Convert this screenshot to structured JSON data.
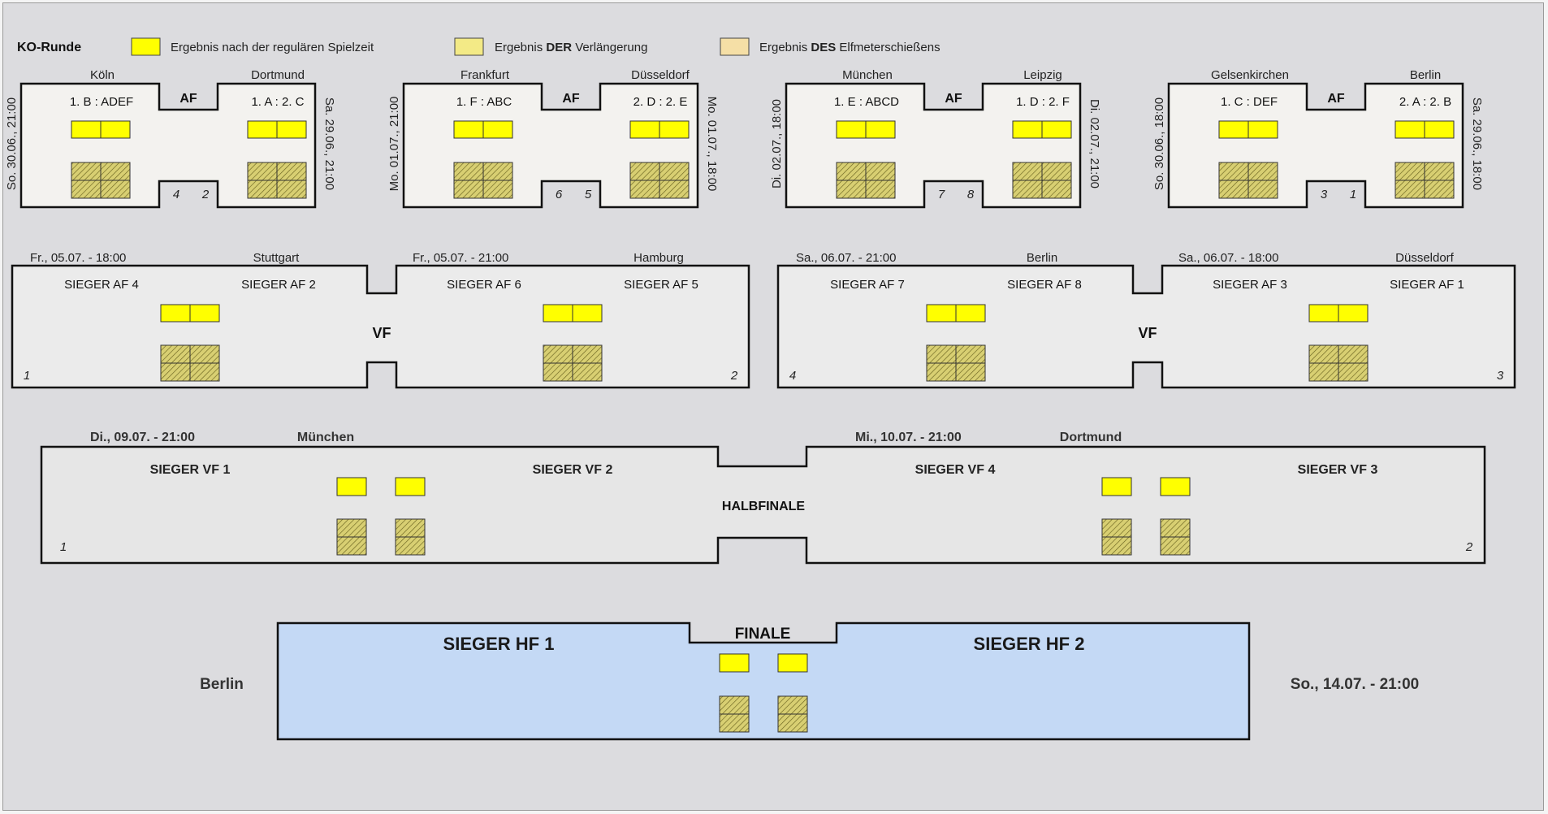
{
  "header": {
    "title": "KO-Runde",
    "legend": [
      {
        "pre": "Ergebnis nach der regulären Spielzeit",
        "bold": "",
        "post": "",
        "color": "#ffff00"
      },
      {
        "pre": "Ergebnis ",
        "bold": "DER",
        "post": " Verlängerung",
        "color": "#f3ea86"
      },
      {
        "pre": "Ergebnis ",
        "bold": "DES",
        "post": " Elfmeterschießens",
        "color": "#f5dfa6"
      }
    ]
  },
  "colors": {
    "score_regular": "#ffff00",
    "score_extra": "#d8cf72",
    "finale_bg": "#c4d9f5",
    "box_bg": "#f3f2ef",
    "vf_bg": "#ebebeb",
    "hf_bg": "#e6e6e6"
  },
  "round_of_16": {
    "label": "AF",
    "boxes": [
      {
        "city_left": "Köln",
        "city_right": "Dortmund",
        "team_left": "1. B : ADEF",
        "team_right": "1. A : 2. C",
        "date_left": "So. 30.06., 21:00",
        "date_right": "Sa. 29.06., 21:00",
        "num_left": "4",
        "num_right": "2"
      },
      {
        "city_left": "Frankfurt",
        "city_right": "Düsseldorf",
        "team_left": "1. F : ABC",
        "team_right": "2. D : 2. E",
        "date_left": "Mo. 01.07., 21:00",
        "date_right": "Mo. 01.07., 18:00",
        "num_left": "6",
        "num_right": "5"
      },
      {
        "city_left": "München",
        "city_right": "Leipzig",
        "team_left": "1. E : ABCD",
        "team_right": "1. D : 2. F",
        "date_left": "Di. 02.07., 18:00",
        "date_right": "Di. 02.07., 21:00",
        "num_left": "7",
        "num_right": "8"
      },
      {
        "city_left": "Gelsenkirchen",
        "city_right": "Berlin",
        "team_left": "1. C : DEF",
        "team_right": "2. A : 2. B",
        "date_left": "So. 30.06., 18:00",
        "date_right": "Sa. 29.06., 18:00",
        "num_left": "3",
        "num_right": "1"
      }
    ]
  },
  "quarter_finals": {
    "label": "VF",
    "boxes": [
      {
        "matches": [
          {
            "date": "Fr., 05.07. - 18:00",
            "city": "Stuttgart",
            "team_left": "SIEGER AF 4",
            "team_right": "SIEGER AF 2",
            "num": "1"
          },
          {
            "date": "Fr., 05.07. - 21:00",
            "city": "Hamburg",
            "team_left": "SIEGER AF 6",
            "team_right": "SIEGER AF 5",
            "num": "2"
          }
        ]
      },
      {
        "matches": [
          {
            "date": "Sa., 06.07. - 21:00",
            "city": "Berlin",
            "team_left": "SIEGER AF 7",
            "team_right": "SIEGER AF 8",
            "num": "4"
          },
          {
            "date": "Sa., 06.07. - 18:00",
            "city": "Düsseldorf",
            "team_left": "SIEGER AF 3",
            "team_right": "SIEGER AF 1",
            "num": "3"
          }
        ]
      }
    ]
  },
  "semi_finals": {
    "label": "HALBFINALE",
    "matches": [
      {
        "date": "Di., 09.07. - 21:00",
        "city": "München",
        "team_left": "SIEGER VF 1",
        "team_right": "SIEGER VF 2",
        "num": "1"
      },
      {
        "date": "Mi., 10.07. - 21:00",
        "city": "Dortmund",
        "team_left": "SIEGER VF 4",
        "team_right": "SIEGER VF 3",
        "num": "2"
      }
    ]
  },
  "final": {
    "label": "FINALE",
    "team_left": "SIEGER HF 1",
    "team_right": "SIEGER HF 2",
    "city": "Berlin",
    "date": "So., 14.07. - 21:00"
  }
}
